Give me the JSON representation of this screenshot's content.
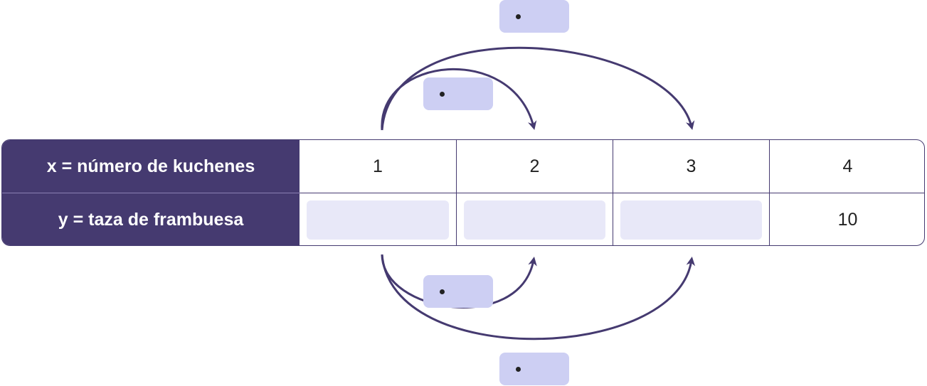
{
  "table": {
    "row_x_label": "x = número de kuchenes",
    "row_y_label": "y = taza de frambuesa",
    "x_values": [
      "1",
      "2",
      "3",
      "4"
    ],
    "y_values": [
      "",
      "",
      "",
      "10"
    ]
  },
  "colors": {
    "header": "#453a70",
    "arrow": "#453a70",
    "pill": "#cdcff3",
    "blank_cell": "#e8e8f8"
  },
  "pills": {
    "top_outer": "",
    "top_inner": "",
    "bottom_inner": "",
    "bottom_outer": ""
  }
}
